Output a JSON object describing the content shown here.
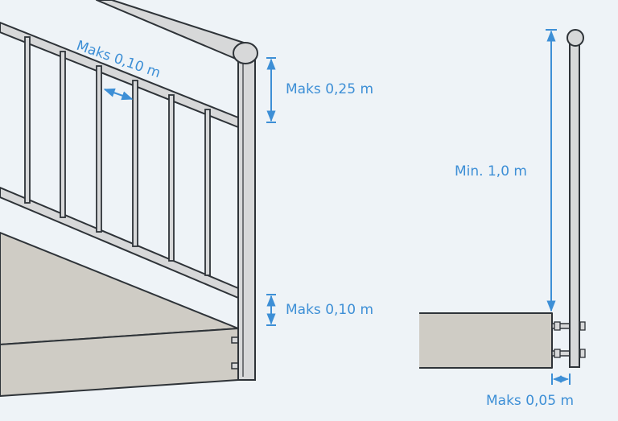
{
  "colors": {
    "background": "#eef3f7",
    "structure_fill": "#d7d8d9",
    "outline": "#2e3338",
    "slab_fill": "#cfccc5",
    "dimension": "#3d8fd6"
  },
  "labels": {
    "baluster_gap": "Maks 0,10 m",
    "top_gap": "Maks 0,25 m",
    "bottom_gap": "Maks 0,10 m",
    "railing_height": "Min. 1,0 m",
    "edge_offset": "Maks 0,05 m"
  },
  "icons": {
    "dimension_arrow": "double-arrow-icon"
  }
}
